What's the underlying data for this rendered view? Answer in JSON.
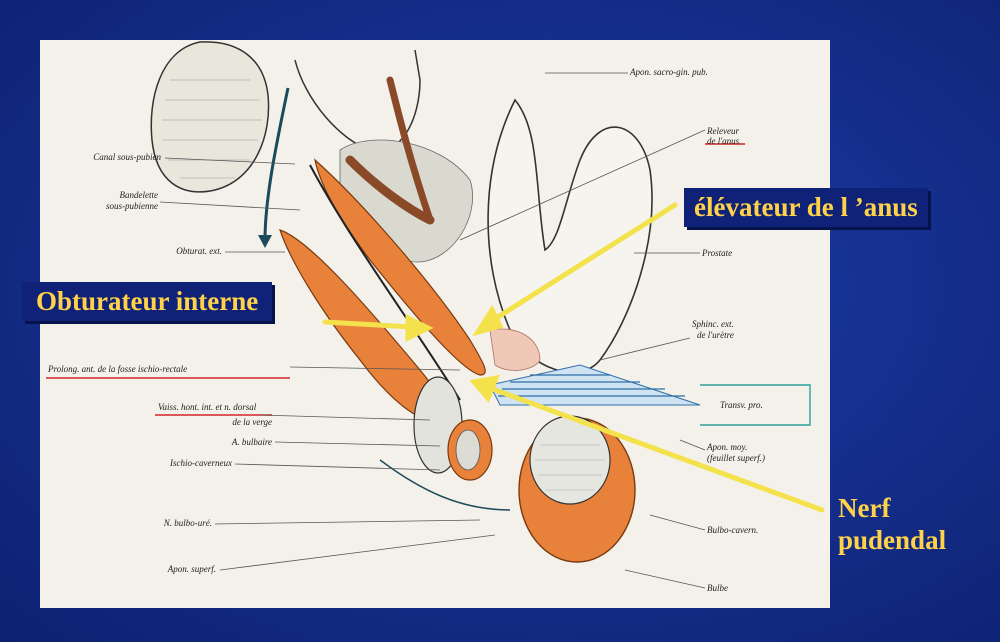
{
  "plate_labels": {
    "apon_sacro": "Apon. sacro-gin. pub.",
    "releveur": "Releveur",
    "de_lanus": "de l'anus",
    "prostate": "Prostate",
    "sphinc": "Sphinc. ext.",
    "de_luretre": "de l'urètre",
    "transv": "Transv. pro.",
    "apon_moy": "Apon. moy.",
    "feuillet": "(feuillet superf.)",
    "bulbo_cavern": "Bulbo-cavern.",
    "bulbe": "Bulbe",
    "canal": "Canal sous-pubien",
    "bandelette": "Bandelette",
    "sous_pubienne": "sous-pubienne",
    "obturat_ext": "Obturat. ext.",
    "prolong": "Prolong. ant. de la fosse ischio-rectale",
    "vaiss": "Vaiss. hont. int. et n. dorsal",
    "de_la_verge": "de la verge",
    "a_bulbaire": "A. bulbaire",
    "ischio_cav": "Ischio-caverneux",
    "n_bulbo": "N. bulbo-uré.",
    "apon_superf": "Apon. superf."
  },
  "callouts": {
    "elevateur": "élévateur de l ’anus",
    "obturateur": "Obturateur interne",
    "nerf_line1": "Nerf",
    "nerf_line2": "pudendal"
  },
  "colors": {
    "slide_bg": "#15308f",
    "plate_bg": "#f3f1ea",
    "muscle": "#e8823a",
    "callout_text": "#ffd24a",
    "arrow": "#f4e24c",
    "label_box": "#0f2277"
  }
}
